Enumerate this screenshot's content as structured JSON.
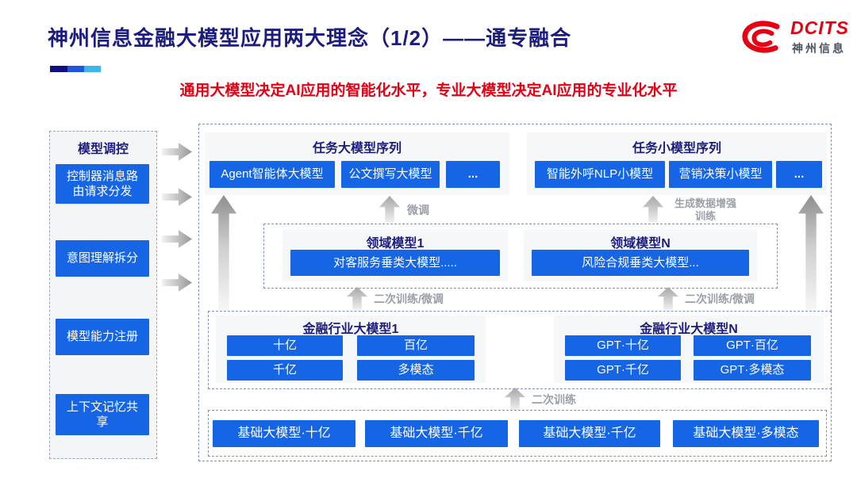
{
  "header": {
    "title": "神州信息金融大模型应用两大理念（1/2）——通专融合",
    "subtitle": "通用大模型决定AI应用的智能化水平，专业大模型决定AI应用的专业化水平",
    "logo": {
      "brand": "DCITS",
      "brand_cn": "神州信息"
    },
    "accent_bar_colors": [
      "#10107e",
      "#1f56dd",
      "#3fb6e8"
    ]
  },
  "colors": {
    "accent_blue": "#1565e5",
    "title_navy": "#1c1c7e",
    "subtitle_red": "#e60014",
    "logo_red": "#e60012",
    "label_gray": "#9aa0a8"
  },
  "sidebar": {
    "title": "模型调控",
    "items": [
      {
        "label": "控制器消息路由请求分发"
      },
      {
        "label": "意图理解拆分"
      },
      {
        "label": "模型能力注册"
      },
      {
        "label": "上下文记忆共享"
      }
    ]
  },
  "diagram": {
    "task_large": {
      "title": "任务大模型序列",
      "items": [
        "Agent智能体大模型",
        "公文撰写大模型",
        "..."
      ]
    },
    "task_small": {
      "title": "任务小模型序列",
      "items": [
        "智能外呼NLP小模型",
        "营销决策小模型",
        "..."
      ]
    },
    "labels": {
      "fine_tune": "微调",
      "gen_data_train": "生成数据增强训练",
      "second_train_ft_left": "二次训练/微调",
      "second_train_ft_right": "二次训练/微调",
      "second_train": "二次训练"
    },
    "domain_models": [
      {
        "title": "领域模型1",
        "item": "对客服务垂类大模型....."
      },
      {
        "title": "领域模型N",
        "item": "风险合规垂类大模型..."
      }
    ],
    "industry_models": [
      {
        "title": "金融行业大模型1",
        "items": [
          "十亿",
          "百亿",
          "千亿",
          "多模态"
        ]
      },
      {
        "title": "金融行业大模型N",
        "items": [
          "GPT·十亿",
          "GPT·百亿",
          "GPT·千亿",
          "GPT·多模态"
        ]
      }
    ],
    "base_models": [
      "基础大模型·十亿",
      "基础大模型·千亿",
      "基础大模型·千亿",
      "基础大模型·多模态"
    ]
  }
}
